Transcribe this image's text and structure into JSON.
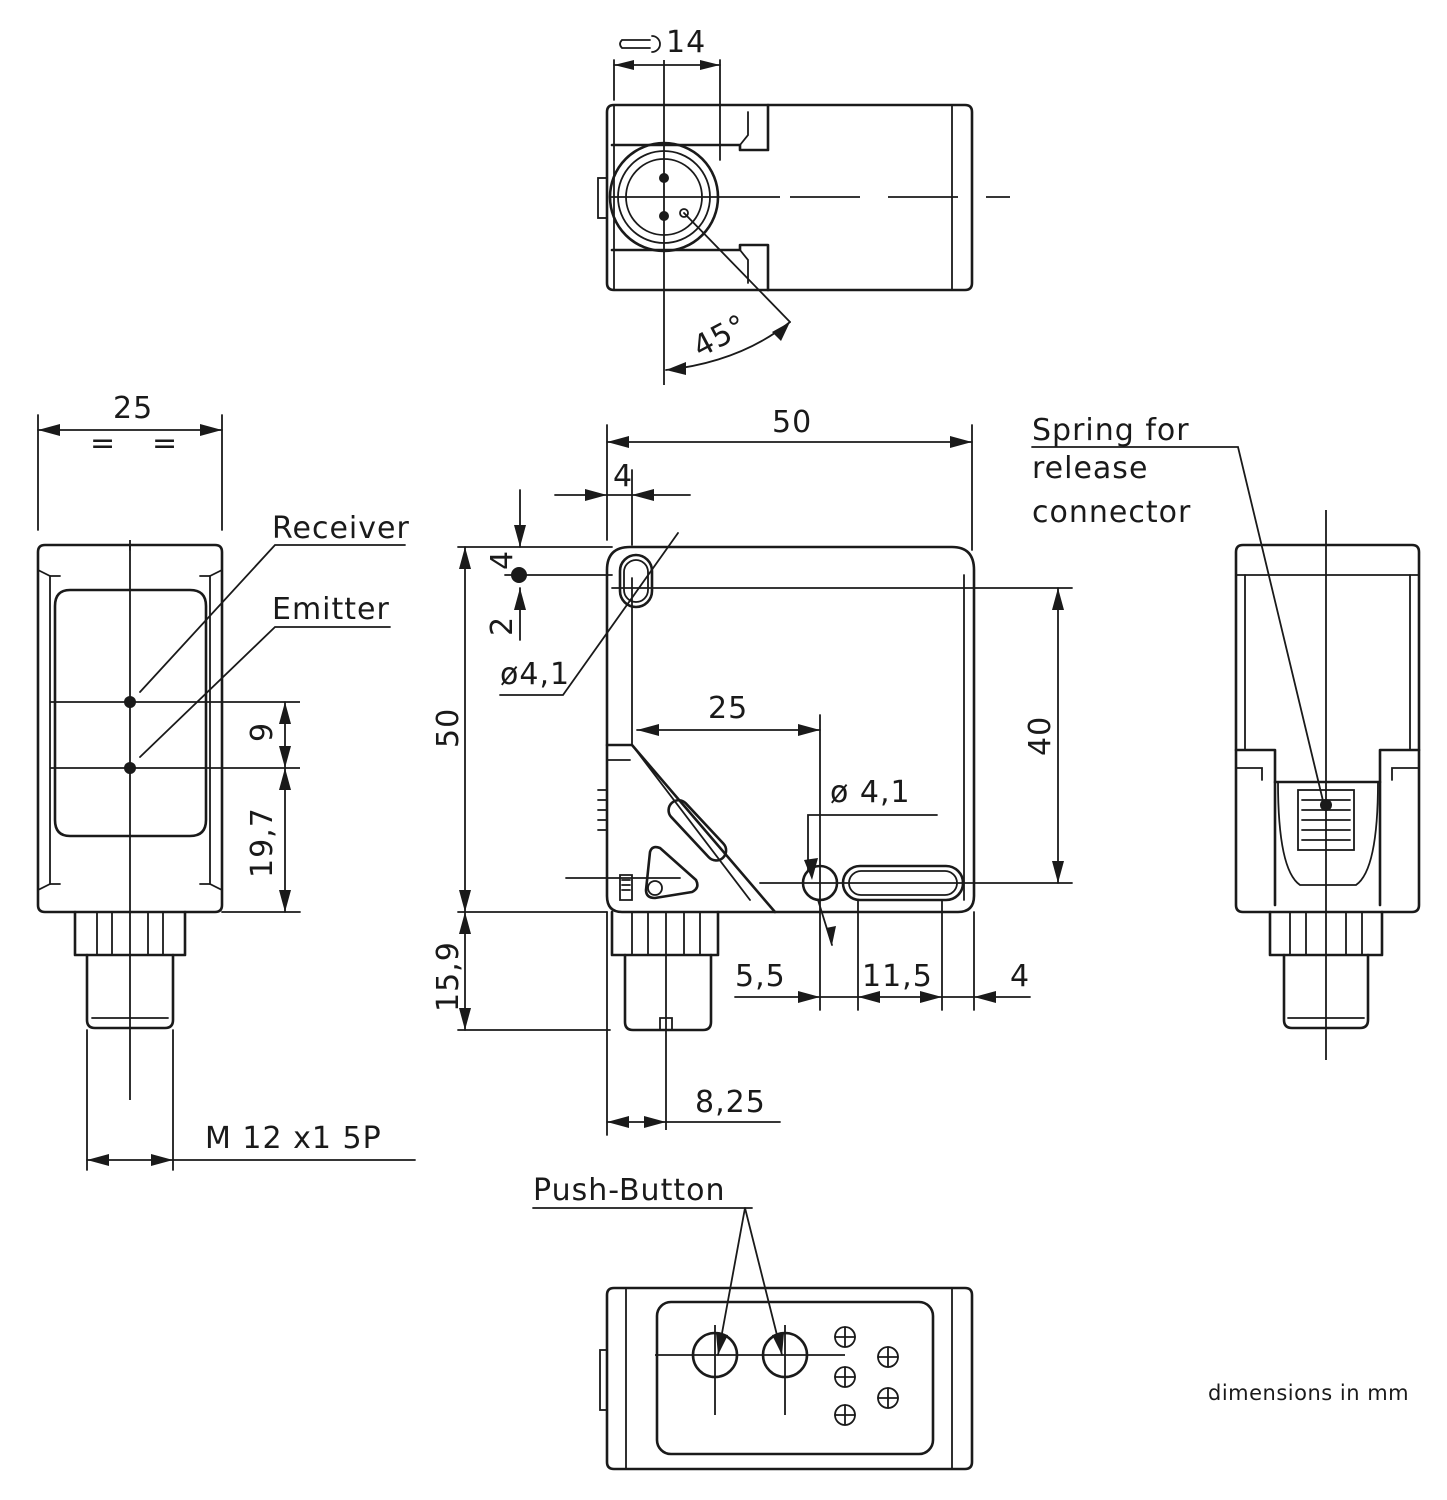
{
  "labels": {
    "receiver": "Receiver",
    "emitter": "Emitter",
    "spring": [
      "Spring for",
      "release",
      "connector"
    ],
    "push_button": "Push-Button",
    "thread": "M 12 x1 5P",
    "units_note": "dimensions in mm"
  },
  "dimensions": {
    "wrench": "14",
    "angle": "45°",
    "side_width": "25",
    "side_equal": "=",
    "receiver_emitter_gap": "9",
    "emitter_to_base": "19,7",
    "front_width": "50",
    "front_height": "50",
    "hole_offset_x": "4",
    "hole_offset_y_top": "4",
    "hole_offset_y_bottom": "2",
    "top_hole_dia": "ø4,1",
    "hole_spacing": "25",
    "bottom_hole_dia": "ø 4,1",
    "hole_vertical_spacing": "40",
    "connector_length": "15,9",
    "hole_from_slot": "5,5",
    "slot_length": "11,5",
    "slot_to_edge": "4",
    "connector_offset": "8,25"
  }
}
